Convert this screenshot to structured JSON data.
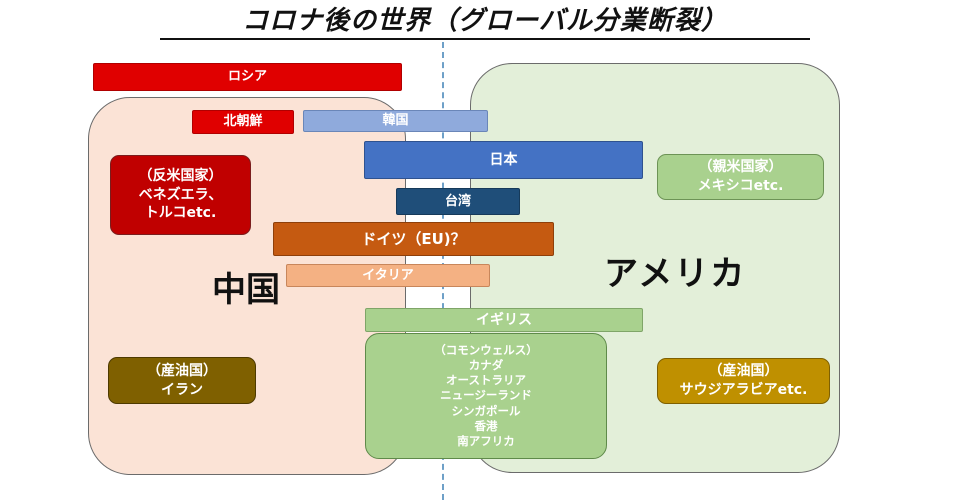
{
  "title": "コロナ後の世界（グローバル分業断裂）",
  "regions": {
    "china": "中国",
    "usa": "アメリカ"
  },
  "bars": {
    "russia": "ロシア",
    "north_korea": "北朝鮮",
    "south_korea": "韓国",
    "japan": "日本",
    "taiwan": "台湾",
    "germany": "ドイツ（EU)？",
    "italy": "イタリア",
    "uk": "イギリス"
  },
  "commonwealth": {
    "lines": [
      "（コモンウェルス）",
      "カナダ",
      "オーストラリア",
      "ニュージーランド",
      "シンガポール",
      "香港",
      "南アフリカ"
    ]
  },
  "anti_us": {
    "lines": [
      "（反米国家）",
      "ベネズエラ、",
      "トルコetc."
    ]
  },
  "pro_us": {
    "lines": [
      "（親米国家）",
      "メキシコetc."
    ]
  },
  "oil_china": {
    "lines": [
      "（産油国）",
      "イラン"
    ]
  },
  "oil_usa": {
    "lines": [
      "（産油国）",
      "サウジアラビアetc."
    ]
  },
  "colors": {
    "china_region": "#fbe3d6",
    "usa_region": "#e3efd9",
    "red": "#e00000",
    "dark_red": "#c00000",
    "light_blue": "#8faadc",
    "blue": "#4472c4",
    "navy": "#1f4e79",
    "orange": "#c55a11",
    "peach": "#f4b183",
    "green": "#a9d18e",
    "olive": "#7f6000",
    "gold": "#bf9000"
  }
}
